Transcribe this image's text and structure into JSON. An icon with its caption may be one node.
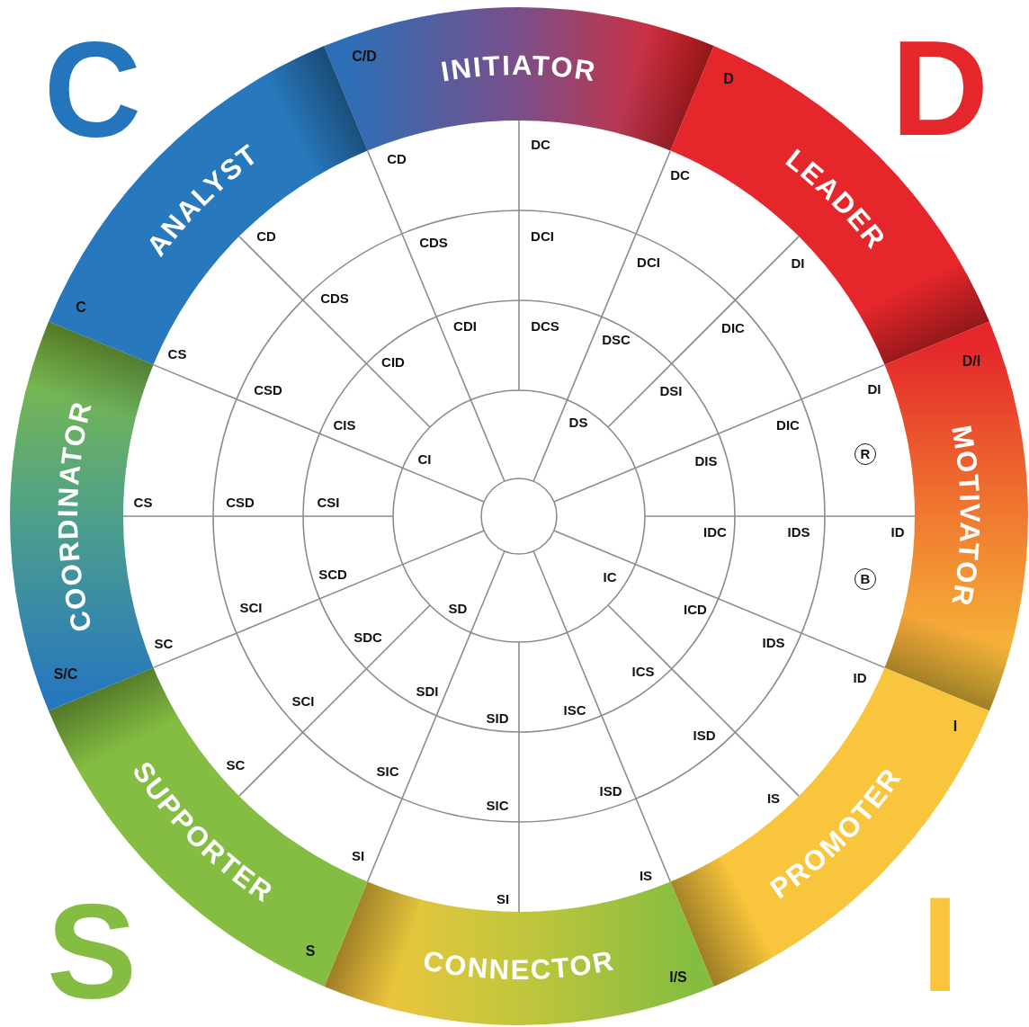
{
  "diagram": {
    "nodes": [
      {
        "text": [
          "INITIATOR"
        ]
      },
      {
        "text": [
          "LEADER"
        ]
      },
      {
        "text": [
          "MOTIVATOR"
        ]
      },
      {
        "text": [
          "PROMOTER"
        ]
      },
      {
        "text": [
          "CONNECTOR"
        ]
      },
      {
        "text": [
          "SUPPORTER"
        ]
      },
      {
        "text": [
          "COORDINATOR"
        ]
      },
      {
        "text": [
          "ANALYST"
        ]
      }
    ],
    "edges": [],
    "labels": [
      "C",
      "D",
      "S",
      "I",
      "C/D",
      "D",
      "D/I",
      "I",
      "I/S",
      "S",
      "S/C",
      "C",
      "CD",
      "DC",
      "DC",
      "CD",
      "CDS",
      "DCI",
      "DCI",
      "DI",
      "CDS",
      "CDI",
      "DCS",
      "DSC",
      "DIC",
      "CS",
      "CID",
      "CSD",
      "DSI",
      "DI",
      "CIS",
      "DS",
      "DIC",
      "CI",
      "DIS",
      "R",
      "CS",
      "CSD",
      "CSI",
      "IDC",
      "IDS",
      "ID",
      "SCD",
      "IC",
      "B",
      "SCI",
      "SD",
      "ICD",
      "SC",
      "SDC",
      "IDS",
      "ICS",
      "ID",
      "SCI",
      "SDI",
      "SID",
      "ISC",
      "ISD",
      "SC",
      "SIC",
      "SIC",
      "ISD",
      "IS",
      "SI",
      "IS",
      "SI"
    ]
  }
}
